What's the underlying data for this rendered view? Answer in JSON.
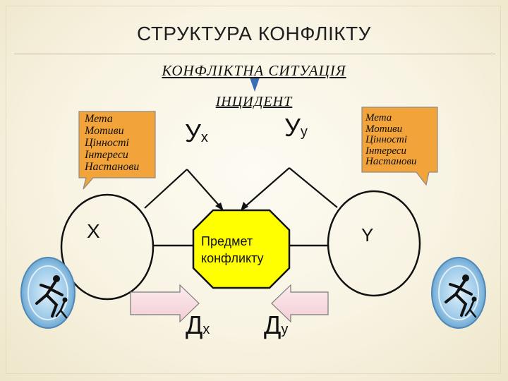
{
  "title": "СТРУКТУРА КОНФЛІКТУ",
  "situation": "КОНФЛІКТНА СИТУАЦІЯ",
  "incident": "ІНЦИДЕНТ",
  "motives_left": [
    "Мета",
    "Мотиви",
    "Цінності",
    "Інтереси",
    "Настанови"
  ],
  "motives_right": [
    "Мета",
    "Мотиви",
    "Цінності",
    "Інтереси",
    "Настанови"
  ],
  "party_x": "Х",
  "party_y": "Y",
  "ux": {
    "main": "У",
    "sub": "х"
  },
  "uy": {
    "main": "У",
    "sub": "у"
  },
  "dx": {
    "main": "Д",
    "sub": "х"
  },
  "dy": {
    "main": "Д",
    "sub": "у"
  },
  "subject": [
    "Предмет",
    "конфликту"
  ],
  "colors": {
    "bubble_fill": "#f2a33a",
    "subject_fill": "#ffff00",
    "arrow_marker": "#3a6fb5",
    "side_arrow_fill": "#f7dfe3"
  }
}
